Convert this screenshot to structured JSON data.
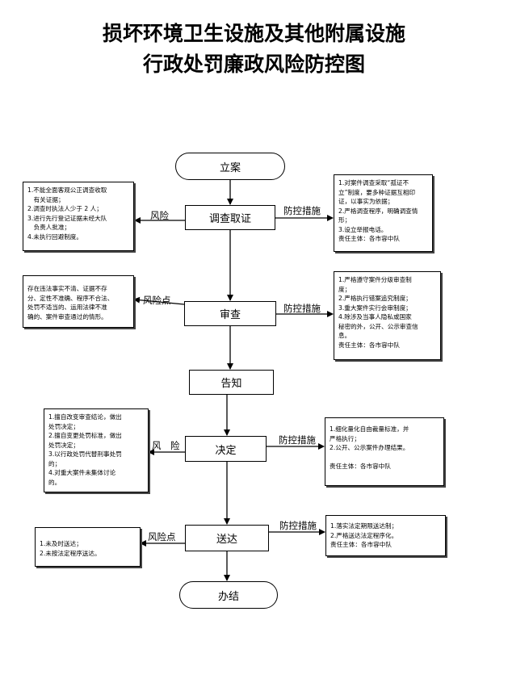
{
  "title_line1": "损坏环境卫生设施及其他附属设施",
  "title_line2": "行政处罚廉政风险防控图",
  "nodes": {
    "lian": "立案",
    "diaocha": "调查取证",
    "shencha": "审查",
    "gaozhi": "告知",
    "jueding": "决定",
    "songda": "送达",
    "banjie": "办结"
  },
  "labels": {
    "diaocha_risk": "风险",
    "diaocha_ctrl": "防控措施",
    "shencha_risk": "风险点",
    "shencha_ctrl": "防控措施",
    "jueding_risk": "风　险",
    "jueding_ctrl": "防控措施",
    "songda_risk": "风险点",
    "songda_ctrl": "防控措施"
  },
  "risks": {
    "diaocha": "1.不能全面客观公正调查收取\n　有关证据；\n2.调查时执法人少于 2 人；\n3.进行先行登记证据未经大队\n　负责人批准；\n4.未执行回避制度。",
    "shencha": "存在违法事实不清、证据不存\n分、定性不准确、程序不合法、\n处罚不适当的、运用法律不准\n确的、案件审查通过的情形。",
    "jueding": "1.擅自改变审查结论，做出\n处罚决定；\n2.擅自变更处罚标准，做出\n处罚决定；\n3.以行政处罚代替刑事处罚\n的；\n4.对重大案件未集体讨论\n的。",
    "songda": "1.未及时送达；\n2.未按法定程序送达。"
  },
  "controls": {
    "diaocha": "1.对案件调查采取“孤证不\n立”制度，要多种证据互相印\n证，以事实为依据；\n2.严格调查程序，明确调查情\n形；\n3.设立举报电话。\n责任主体：各市容中队",
    "shencha": "1.严格遵守案件分级审查制\n度；\n2.严格执行错案追究制度；\n3.重大案件实行会审制度；\n4.除涉及当事人隐私或国家\n秘密的外，公开、公示审查信\n息。\n责任主体：各市容中队",
    "jueding": "1.细化量化自由裁量标准，并\n严格执行；\n2.公开、公示案件办理结果。\n\n责任主体：各市容中队",
    "songda": "1.落实法定期限送达制；\n2.严格送达法定程序化。\n责任主体：各市容中队"
  }
}
